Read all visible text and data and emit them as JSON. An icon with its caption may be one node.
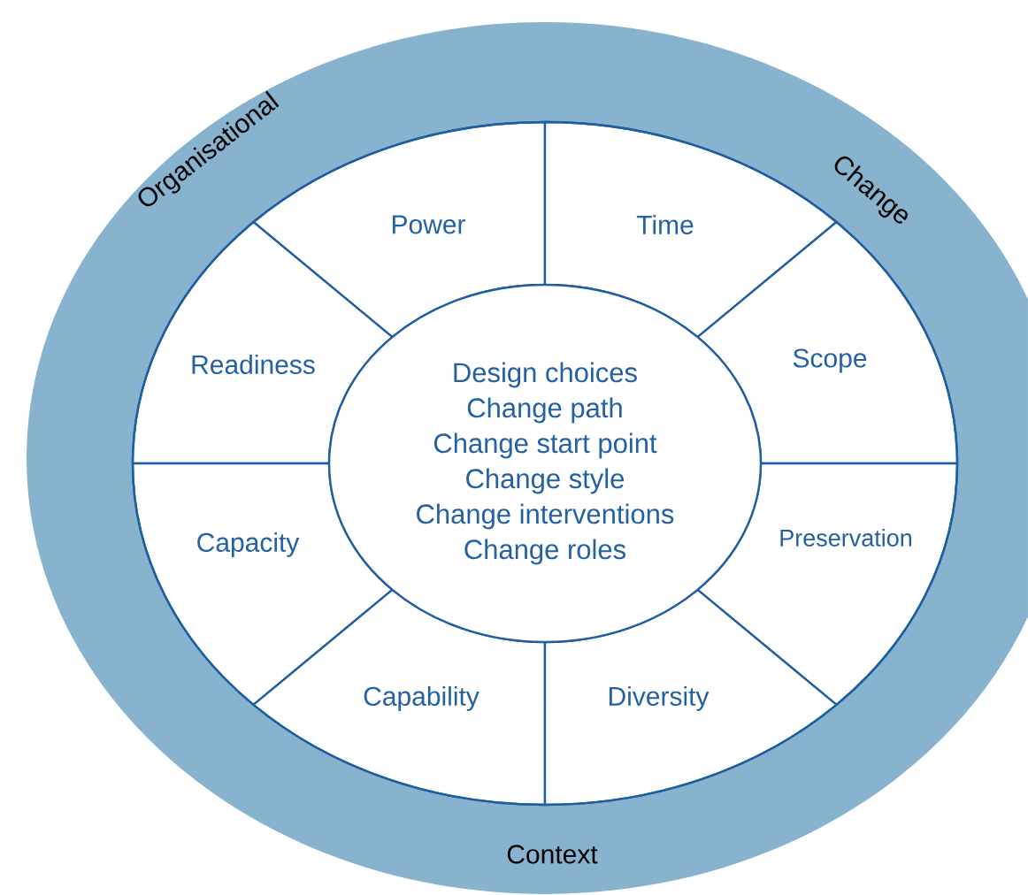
{
  "diagram": {
    "nodes": [
      {
        "text": [
          "Organisational",
          "Change",
          "Context"
        ]
      },
      {
        "text": [
          "Power"
        ],
        "in": 0
      },
      {
        "text": [
          "Time"
        ],
        "in": 0
      },
      {
        "text": [
          "Readiness"
        ],
        "in": 0
      },
      {
        "text": [
          "Design choices",
          "Change path",
          "Change start point",
          "Change style",
          "Change interventions",
          "Change roles"
        ],
        "in": 0
      },
      {
        "text": [
          "Scope"
        ],
        "in": 0
      },
      {
        "text": [
          "Capacity"
        ],
        "in": 0
      },
      {
        "text": [
          "Preservation"
        ],
        "in": 0
      },
      {
        "text": [
          "Capability"
        ],
        "in": 0
      },
      {
        "text": [
          "Diversity"
        ],
        "in": 0
      }
    ],
    "edges": []
  }
}
